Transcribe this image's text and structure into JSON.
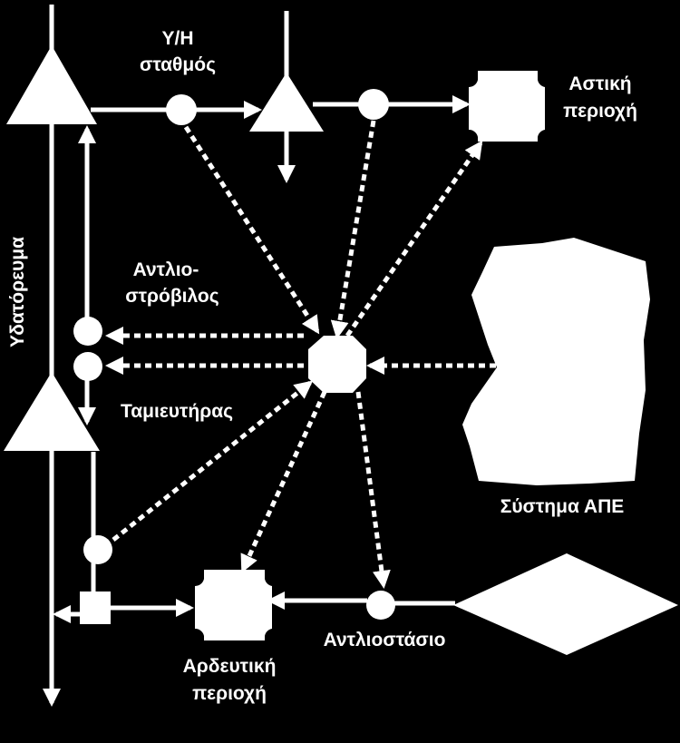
{
  "diagram": {
    "labels": {
      "station": [
        "Υ/Η",
        "σταθμός"
      ],
      "urban": [
        "Αστική",
        "περιοχή"
      ],
      "watercourse": "Υδατόρευμα",
      "pump_turbine": [
        "Αντλιο-",
        "στρόβιλος"
      ],
      "reservoir": "Ταμιευτήρας",
      "res_system": "Σύστημα ΑΠΕ",
      "irrigation": [
        "Αρδευτική",
        "περιοχή"
      ],
      "pump_station": "Αντλιοστάσιο"
    },
    "colors": {
      "background": "#000000",
      "foreground": "#ffffff"
    }
  }
}
